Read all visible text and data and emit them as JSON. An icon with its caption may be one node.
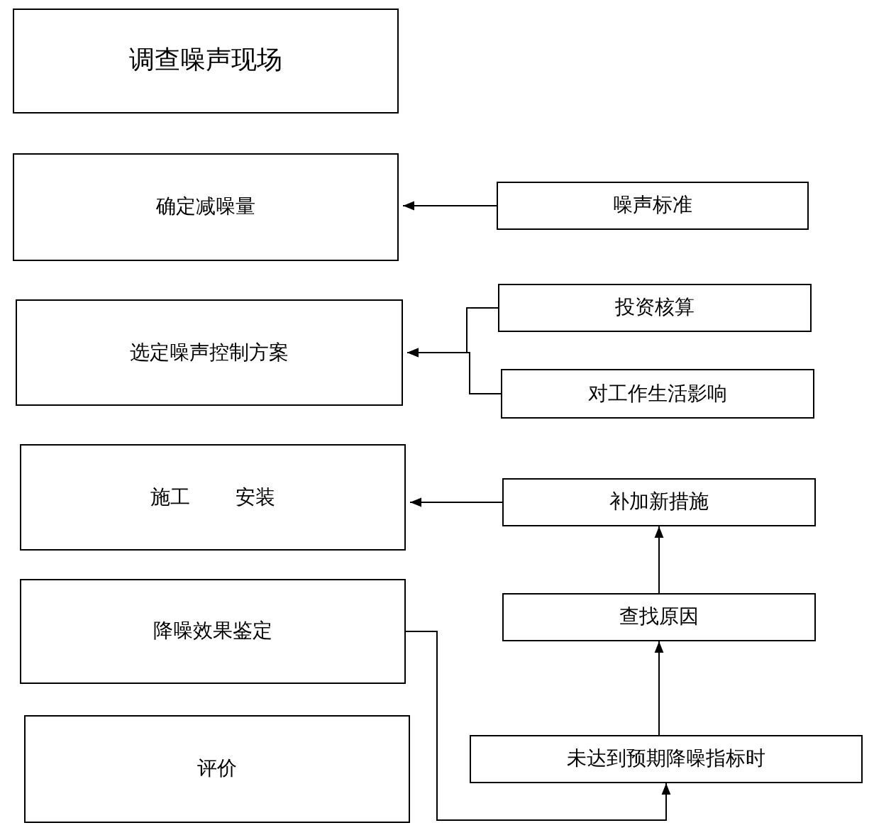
{
  "diagram": {
    "nodes": [
      {
        "text": [
          "调查噪声现场"
        ]
      },
      {
        "text": [
          "确定减噪量"
        ]
      },
      {
        "text": [
          "选定噪声控制方案"
        ]
      },
      {
        "text": [
          "施工",
          "安装"
        ]
      },
      {
        "text": [
          "降噪效果鉴定"
        ]
      },
      {
        "text": [
          "评价"
        ]
      },
      {
        "text": [
          "噪声标准"
        ]
      },
      {
        "text": [
          "投资核算"
        ]
      },
      {
        "text": [
          "对工作生活影响"
        ]
      },
      {
        "text": [
          "补加新措施"
        ]
      },
      {
        "text": [
          "查找原因"
        ]
      },
      {
        "text": [
          "未达到预期降噪指标时"
        ]
      }
    ],
    "edges": [
      {
        "from": 6,
        "to": 1,
        "arrow": "to"
      },
      {
        "from": 7,
        "to": 2,
        "arrow": "to"
      },
      {
        "from": 8,
        "to": 2,
        "arrow": "to"
      },
      {
        "from": 9,
        "to": 3,
        "arrow": "to"
      },
      {
        "from": 10,
        "to": 9,
        "arrow": "to"
      },
      {
        "from": 11,
        "to": 10,
        "arrow": "to"
      },
      {
        "from": 4,
        "to": 11,
        "arrow": "to"
      }
    ]
  }
}
